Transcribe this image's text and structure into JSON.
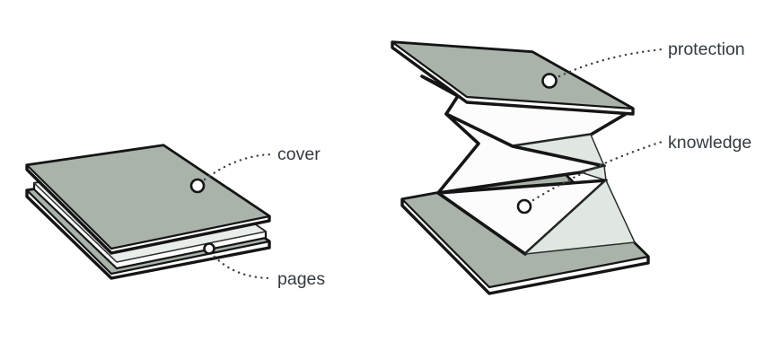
{
  "diagram": {
    "left_figure": {
      "id": "closed-book",
      "labels": {
        "cover": "cover",
        "pages": "pages"
      }
    },
    "right_figure": {
      "id": "exploded-book",
      "labels": {
        "protection": "protection",
        "knowledge": "knowledge"
      }
    },
    "colors": {
      "background": "#ffffff",
      "cover_green": "#a9b3aa",
      "fold_gray": "#e0e6e0",
      "pages_top_tint": "#e9ede9",
      "paper_white": "#fbfcfb",
      "outline": "#151515",
      "leader_color": "#3c4347",
      "label_text": "#333b40"
    }
  }
}
